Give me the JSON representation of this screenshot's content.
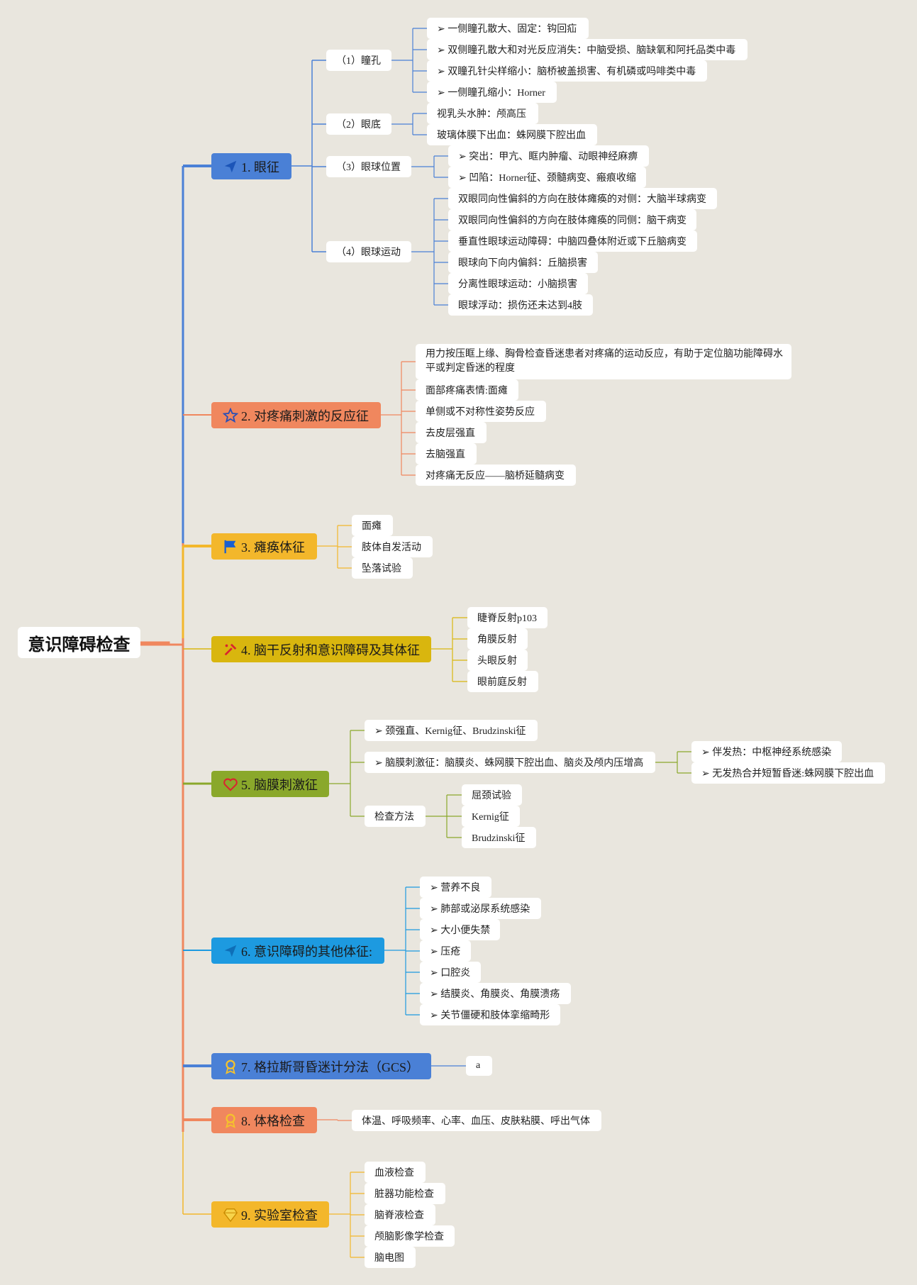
{
  "root": "意识障碍检查",
  "colors": {
    "blue": "#4a80d6",
    "orange": "#f0875e",
    "yellow": "#f3b72b",
    "mustard": "#d9b60e",
    "green": "#8aa82b",
    "cyan": "#1d9ae0",
    "blue2": "#4a80d6",
    "orange2": "#f0875e",
    "gold": "#f3b72b",
    "background": "#e9e6de"
  },
  "icons": [
    "send-icon",
    "star-icon",
    "flag-icon",
    "tools-icon",
    "heart-icon",
    "send-icon",
    "badge-icon",
    "badge-icon",
    "gem-icon"
  ],
  "branches": [
    {
      "label": "1. 眼征",
      "subs": [
        {
          "label": "（1）瞳孔",
          "leaves": [
            "➢ 一侧瞳孔散大、固定：钩回疝",
            "➢ 双侧瞳孔散大和对光反应消失：中脑受损、脑缺氧和阿托品类中毒",
            "➢ 双瞳孔针尖样缩小：脑桥被盖损害、有机磷或吗啡类中毒",
            "➢ 一侧瞳孔缩小：Horner"
          ]
        },
        {
          "label": "（2）眼底",
          "leaves": [
            "视乳头水肿：颅高压",
            "玻璃体膜下出血：蛛网膜下腔出血"
          ]
        },
        {
          "label": "（3）眼球位置",
          "leaves": [
            "➢ 突出：甲亢、眶内肿瘤、动眼神经麻痹",
            "➢ 凹陷：Horner征、颈髓病变、瘢痕收缩"
          ]
        },
        {
          "label": "（4）眼球运动",
          "leaves": [
            "双眼同向性偏斜的方向在肢体瘫痪的对侧：大脑半球病变",
            "双眼同向性偏斜的方向在肢体瘫痪的同侧：脑干病变",
            "垂直性眼球运动障碍：中脑四叠体附近或下丘脑病变",
            "眼球向下向内偏斜：丘脑损害",
            "分离性眼球运动：小脑损害",
            "眼球浮动：损伤还未达到4肢"
          ]
        }
      ]
    },
    {
      "label": "2. 对疼痛刺激的反应征",
      "leaves": [
        "用力按压眶上缘、胸骨检查昏迷患者对疼痛的运动反应，有助于定位脑功能障碍水平或判定昏迷的程度",
        "面部疼痛表情:面瘫",
        "单侧或不对称性姿势反应",
        "去皮层强直",
        "去脑强直",
        "对疼痛无反应——脑桥延髓病变"
      ]
    },
    {
      "label": "3. 瘫痪体征",
      "leaves": [
        "面瘫",
        "肢体自发活动",
        "坠落试验"
      ]
    },
    {
      "label": "4. 脑干反射和意识障碍及其体征",
      "leaves": [
        "睫脊反射p103",
        "角膜反射",
        "头眼反射",
        "眼前庭反射"
      ]
    },
    {
      "label": "5. 脑膜刺激征",
      "subs": [
        {
          "label": "➢ 颈强直、Kernig征、Brudzinski征",
          "leaves": []
        },
        {
          "label": "➢ 脑膜刺激征：脑膜炎、蛛网膜下腔出血、脑炎及颅内压增高",
          "leaves": [
            "➢ 伴发热：中枢神经系统感染",
            "➢ 无发热合并短暂昏迷:蛛网膜下腔出血"
          ]
        },
        {
          "label": "检查方法",
          "leaves": [
            "屈颈试验",
            "Kernig征",
            "Brudzinski征"
          ]
        }
      ]
    },
    {
      "label": "6. 意识障碍的其他体征:",
      "leaves": [
        "➢ 营养不良",
        "➢ 肺部或泌尿系统感染",
        "➢ 大小便失禁",
        "➢ 压疮",
        "➢ 口腔炎",
        "➢ 结膜炎、角膜炎、角膜溃疡",
        "➢ 关节僵硬和肢体挛缩畸形"
      ]
    },
    {
      "label": "7. 格拉斯哥昏迷计分法（GCS）",
      "leaves": [
        "a"
      ]
    },
    {
      "label": "8. 体格检查",
      "leaves": [
        "体温、呼吸频率、心率、血压、皮肤粘膜、呼出气体"
      ]
    },
    {
      "label": "9. 实验室检查",
      "leaves": [
        "血液检查",
        "脏器功能检查",
        "脑脊液检查",
        "颅脑影像学检查",
        "脑电图"
      ]
    }
  ]
}
